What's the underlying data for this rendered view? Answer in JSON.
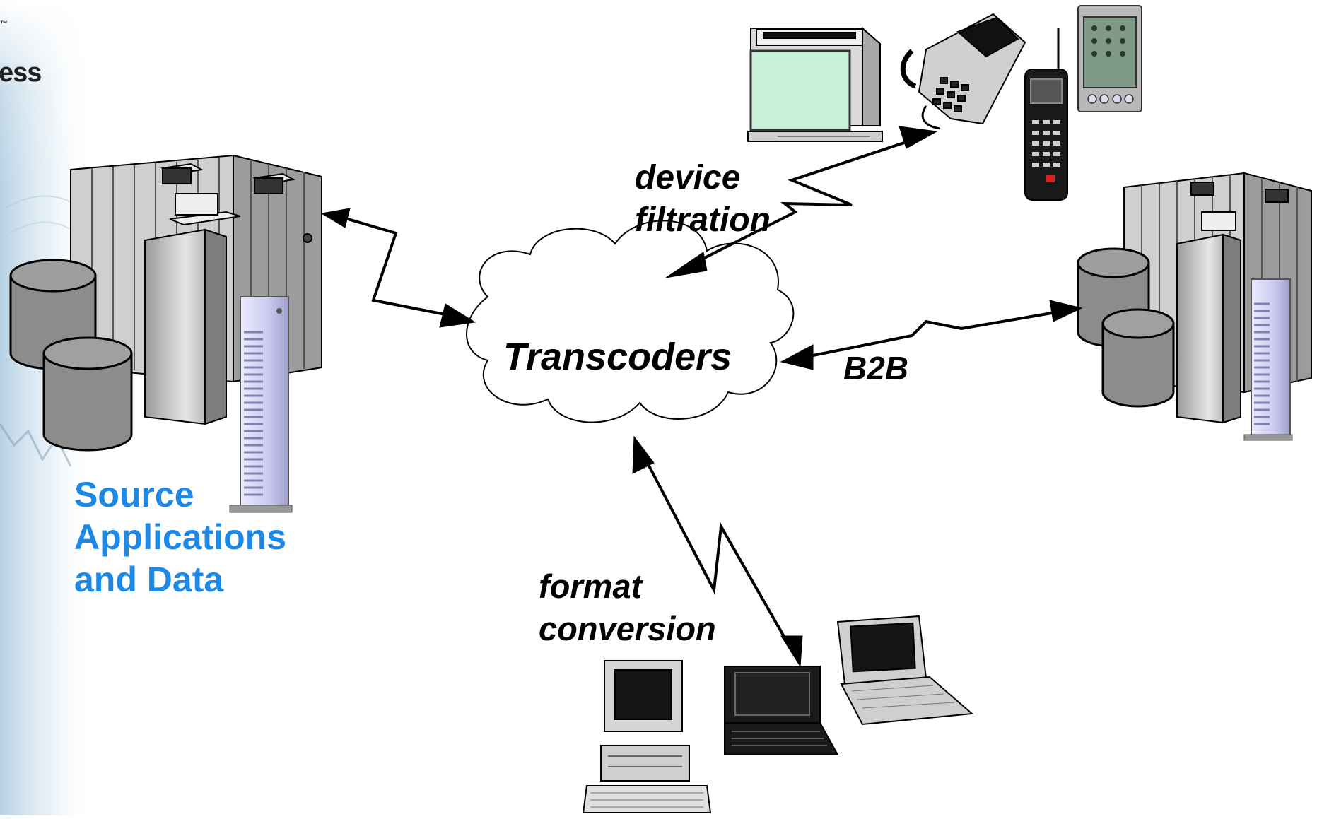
{
  "corner": {
    "tm": "™",
    "word": "ess"
  },
  "cloud": {
    "label": "Transcoders"
  },
  "labels": {
    "device_filtration": [
      "device",
      "filtration"
    ],
    "b2b": "B2B",
    "format_conversion": [
      "format",
      "conversion"
    ],
    "source": [
      "Source",
      "Applications",
      "and Data"
    ]
  },
  "colors": {
    "source_text": "#1e88e5",
    "arrow": "#000000",
    "cloud_fill": "#ffffff",
    "server_gray": "#c8c8c8",
    "disk_gray": "#8c8c8c",
    "tower_lilac": "#d6d6f5",
    "screen_green": "#c8f0d8",
    "screen_black": "#141414"
  },
  "icons": [
    "mainframe-icon",
    "database-disk-icon",
    "tower-server-icon",
    "terminal-icon",
    "desk-phone-icon",
    "cordless-phone-icon",
    "pda-icon",
    "desktop-pc-icon",
    "laptop-icon"
  ]
}
